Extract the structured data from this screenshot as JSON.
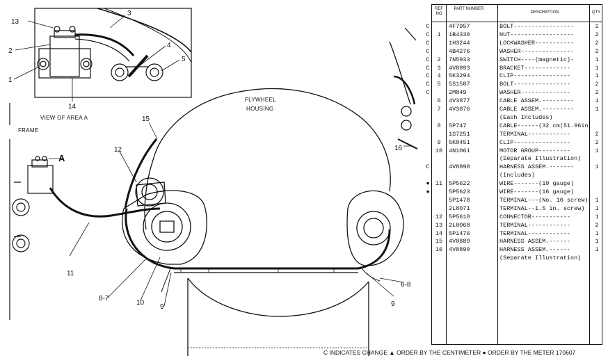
{
  "inset": {
    "caption": "VIEW OF AREA A",
    "callouts": [
      "13",
      "2",
      "1",
      "14",
      "3",
      "4",
      "5"
    ]
  },
  "main_view": {
    "housing_label_1": "FLYWHEEL",
    "housing_label_2": "HOUSING",
    "frame_label": "FRAME",
    "area_marker": "A",
    "callouts": [
      "15",
      "12",
      "11",
      "8-7",
      "10",
      "9",
      "6-8",
      "9",
      "16"
    ]
  },
  "table": {
    "headers": {
      "ref": "REF NO",
      "part": "PART NUMBER",
      "desc": "DESCRIPTION",
      "qty": "QTY"
    },
    "rows": [
      {
        "mark": "C",
        "ref": "",
        "part": "4F7957",
        "desc": "BOLT-----------------",
        "qty": "2"
      },
      {
        "mark": "C",
        "ref": "1",
        "part": "1B4330",
        "desc": "NUT------------------",
        "qty": "2"
      },
      {
        "mark": "C",
        "ref": "",
        "part": "1H3244",
        "desc": "LOCKWASHER-----------",
        "qty": "2"
      },
      {
        "mark": "C",
        "ref": "",
        "part": "4B4276",
        "desc": "WASHER---------------",
        "qty": "2"
      },
      {
        "mark": "C",
        "ref": "2",
        "part": "7N5933",
        "desc": "SWITCH----(magnetic)-",
        "qty": "1"
      },
      {
        "mark": "C",
        "ref": "3",
        "part": "4V8893",
        "desc": "BRACKET-------------",
        "qty": "1"
      },
      {
        "mark": "C",
        "ref": "4",
        "part": "5K3294",
        "desc": "CLIP----------------",
        "qty": "1"
      },
      {
        "mark": "C",
        "ref": "5",
        "part": "5S1587",
        "desc": "BOLT----------------",
        "qty": "2"
      },
      {
        "mark": "C",
        "ref": "",
        "part": "2M849",
        "desc": "WASHER--------------",
        "qty": "2"
      },
      {
        "mark": "",
        "ref": "6",
        "part": "4V3877",
        "desc": "CABLE ASSEM.---------",
        "qty": "1"
      },
      {
        "mark": "",
        "ref": "7",
        "part": "4V3876",
        "desc": "CABLE ASSEM.---------",
        "qty": "1"
      },
      {
        "mark": "",
        "ref": "",
        "part": "",
        "desc": "(Each Includes)",
        "qty": ""
      },
      {
        "mark": "",
        "ref": "8",
        "part": "5P747",
        "desc": "CABLE------(32 cm(51.96in)",
        "qty": ""
      },
      {
        "mark": "",
        "ref": "",
        "part": "1S7251",
        "desc": "TERMINAL------------",
        "qty": "2"
      },
      {
        "mark": "",
        "ref": "9",
        "part": "5K8451",
        "desc": "CLIP----------------",
        "qty": "2"
      },
      {
        "mark": "",
        "ref": "10",
        "part": "4N1061",
        "desc": "MOTOR GROUP---------",
        "qty": "1"
      },
      {
        "mark": "",
        "ref": "",
        "part": "",
        "desc": "(Separate Illustration)",
        "qty": ""
      },
      {
        "mark": "C",
        "ref": "",
        "part": "4V8898",
        "desc": "HARNESS ASSEM.-------",
        "qty": "1"
      },
      {
        "mark": "",
        "ref": "",
        "part": "",
        "desc": "(Includes)",
        "qty": ""
      },
      {
        "mark": "●",
        "ref": "11",
        "part": "5P5622",
        "desc": "WIRE-------(10 gauge)",
        "qty": ""
      },
      {
        "mark": "●",
        "ref": "",
        "part": "5P5623",
        "desc": "WIRE-------(16 gauge)",
        "qty": ""
      },
      {
        "mark": "",
        "ref": "",
        "part": "5P1478",
        "desc": "TERMINAL---(No. 10 screw)",
        "qty": "1"
      },
      {
        "mark": "",
        "ref": "",
        "part": "2L8071",
        "desc": "TERMINAL--1.5 in. screw)",
        "qty": "1"
      },
      {
        "mark": "",
        "ref": "12",
        "part": "5P5610",
        "desc": "CONNECTOR-----------",
        "qty": "1"
      },
      {
        "mark": "",
        "ref": "13",
        "part": "2L8068",
        "desc": "TERMINAL------------",
        "qty": "2"
      },
      {
        "mark": "",
        "ref": "14",
        "part": "5P1476",
        "desc": "TERMINAL------------",
        "qty": "1"
      },
      {
        "mark": "",
        "ref": "15",
        "part": "4V8889",
        "desc": "HARNESS ASSEM.------",
        "qty": "1"
      },
      {
        "mark": "",
        "ref": "16",
        "part": "4V8890",
        "desc": "HARNESS ASSEM.------",
        "qty": "1"
      },
      {
        "mark": "",
        "ref": "",
        "part": "",
        "desc": "(Separate Illustration)",
        "qty": ""
      }
    ]
  },
  "footer": {
    "legend": "C INDICATES CHANGE  ▲ ORDER BY THE CENTIMETER  ● ORDER BY THE METER  170607"
  }
}
